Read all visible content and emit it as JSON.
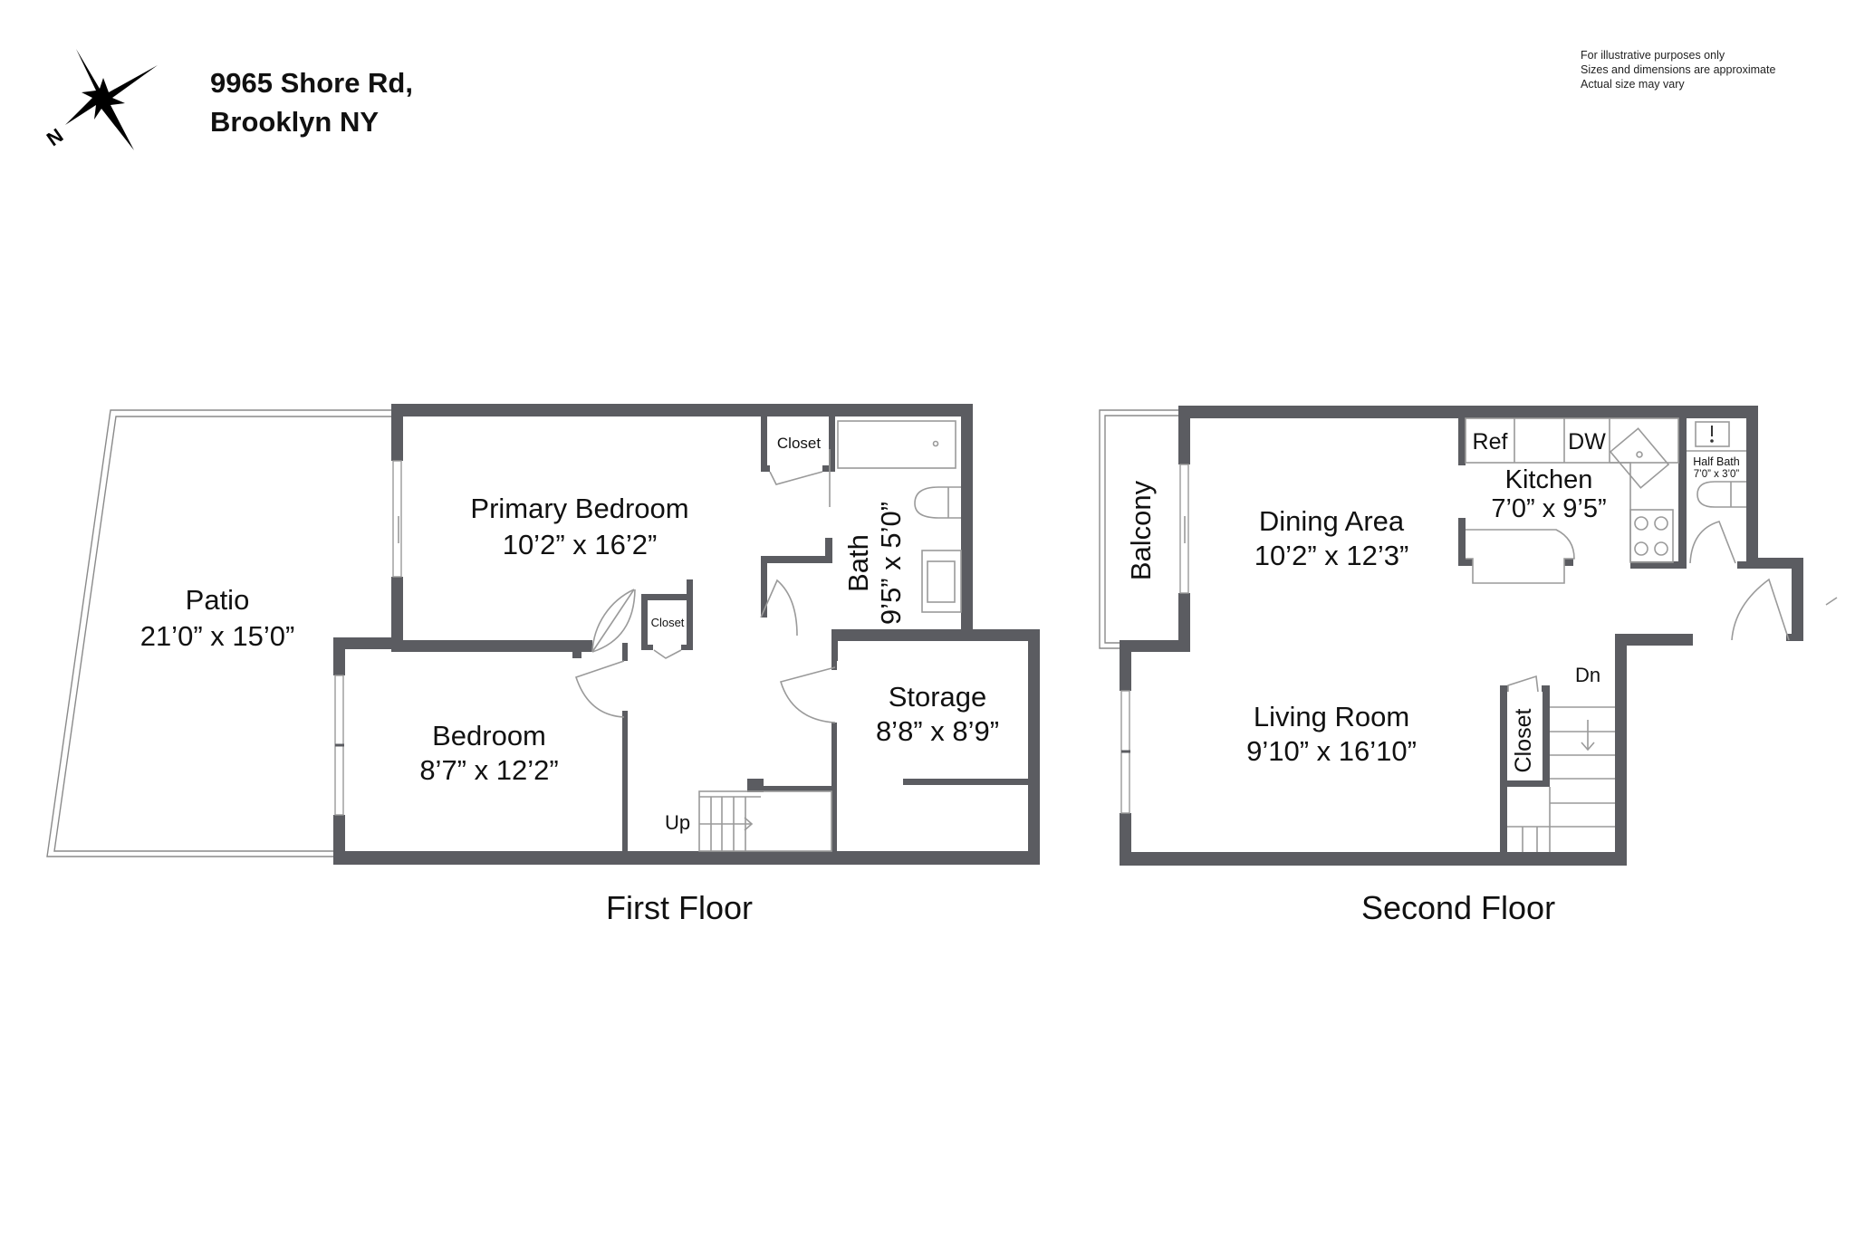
{
  "header": {
    "address_line1": "9965 Shore Rd,",
    "address_line2": "Brooklyn NY",
    "compass_icon": "north-arrow-compass",
    "compass_label": "N"
  },
  "disclaimer": {
    "line1": "For illustrative purposes only",
    "line2": "Sizes and dimensions are approximate",
    "line3": "Actual size may vary"
  },
  "colors": {
    "wall": "#5b5c61",
    "fixture_line": "#9a9a9a",
    "text": "#111111",
    "background": "#ffffff"
  },
  "first_floor": {
    "title": "First Floor",
    "rooms": {
      "patio": {
        "name": "Patio",
        "dims": "21’0” x 15’0”"
      },
      "primary_bedroom": {
        "name": "Primary Bedroom",
        "dims": "10’2” x 16’2”"
      },
      "closet_primary": {
        "name": "Closet"
      },
      "bath": {
        "name": "Bath",
        "dims": "9’5” x 5’0”"
      },
      "closet_hall": {
        "name": "Closet"
      },
      "bedroom": {
        "name": "Bedroom",
        "dims": "8’7” x 12’2”"
      },
      "storage": {
        "name": "Storage",
        "dims": "8’8” x 8’9”"
      }
    },
    "stairs_label": "Up"
  },
  "second_floor": {
    "title": "Second Floor",
    "rooms": {
      "balcony": {
        "name": "Balcony"
      },
      "dining_area": {
        "name": "Dining Area",
        "dims": "10’2” x 12’3”"
      },
      "kitchen": {
        "name": "Kitchen",
        "dims": "7’0” x 9’5”"
      },
      "half_bath": {
        "name": "Half Bath",
        "dims": "7’0” x 3’0”"
      },
      "living_room": {
        "name": "Living Room",
        "dims": "9’10” x 16’10”"
      },
      "closet": {
        "name": "Closet"
      }
    },
    "appliances": {
      "ref": "Ref",
      "dw": "DW"
    },
    "stairs_label": "Dn"
  }
}
